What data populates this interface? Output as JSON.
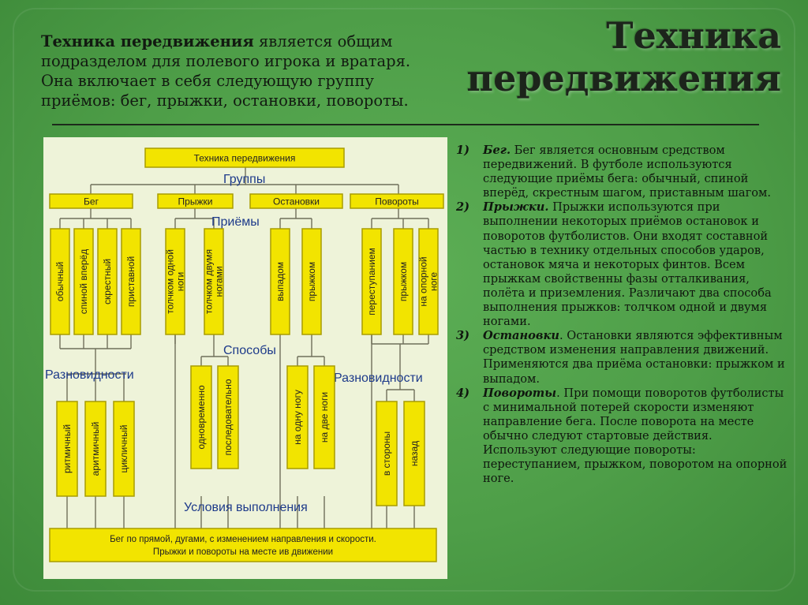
{
  "title": {
    "line1": "Техника",
    "line2": "передвижения"
  },
  "intro": {
    "bold": "Техника передвижения",
    "line1_rest": " является общим",
    "line2": "подразделом для полевого игрока и вратаря.",
    "line3": "Она включает в себя следующую группу",
    "line4": "приёмов: бег, прыжки, остановки, повороты."
  },
  "diagram": {
    "root": "Техника передвижения",
    "groups_label": "Группы",
    "groups": [
      "Бег",
      "Прыжки",
      "Остановки",
      "Повороты"
    ],
    "techniques_label": "Приёмы",
    "techniques": [
      "обычный",
      "спиной вперёд",
      "скрестный",
      "приставной",
      "толчком одной ноги",
      "толчком двумя ногами",
      "выпадом",
      "прыжком",
      "переступанием",
      "прыжком",
      "на опорной ноге"
    ],
    "methods_label": "Способы",
    "varieties_label_left": "Разновидности",
    "varieties_label_right": "Разновидности",
    "run_varieties": [
      "ритмичный",
      "аритмичный",
      "цикличный"
    ],
    "jump_methods": [
      "одновременно",
      "последовательно"
    ],
    "stop_methods": [
      "на одну ногу",
      "на две ноги"
    ],
    "turn_varieties": [
      "в стороны",
      "назад"
    ],
    "conditions_label": "Условия выполнения",
    "conditions_line1": "Бег по прямой, дугами, с изменением направления и скорости.",
    "conditions_line2": "Прыжки и повороты на месте ив движении"
  },
  "items": [
    {
      "num": "1)",
      "term": "Бег.",
      "text": " Бег является основным средством передвижений. В футболе используются следующие приёмы бега: обычный, спиной вперёд, скрестным шагом, приставным шагом."
    },
    {
      "num": "2)",
      "term": "Прыжки.",
      "text": " Прыжки используются при выполнении некоторых приёмов остановок и поворотов футболистов. Они входят составной частью в технику отдельных способов ударов, остановок мяча и некоторых финтов. Всем прыжкам свойственны фазы отталкивания, полёта и приземления. Различают два способа выполнения прыжков: толчком одной и двумя ногами."
    },
    {
      "num": "3)",
      "term": "Остановки",
      "text": ". Остановки являются эффективным средством изменения направления движений. Применяются два приёма остановки: прыжком и выпадом."
    },
    {
      "num": "4)",
      "term": "Повороты",
      "text": ". При помощи поворотов футболисты с минимальной потерей скорости изменяют направление бега. После поворота на месте обычно следуют стартовые действия. Используют следующие повороты: переступанием, прыжком, поворотом на опорной ноге."
    }
  ],
  "colors": {
    "background": "#4e9e48",
    "box": "#f2e400",
    "box_border": "#a89c00",
    "text": "#121a11"
  }
}
